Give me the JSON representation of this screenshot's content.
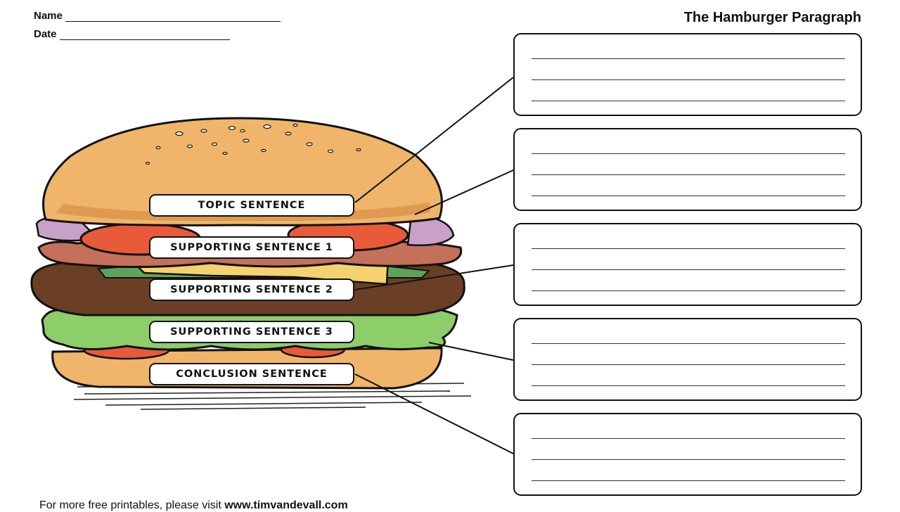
{
  "header": {
    "name_label": "Name",
    "date_label": "Date",
    "title": "The Hamburger Paragraph"
  },
  "labels": [
    "TOPIC SENTENCE",
    "SUPPORTING SENTENCE 1",
    "SUPPORTING SENTENCE 2",
    "SUPPORTING SENTENCE 3",
    "CONCLUSION SENTENCE"
  ],
  "footer": {
    "text": "For more free printables, please visit ",
    "site": "www.timvandevall.com"
  },
  "colors": {
    "bun": "#f0b56a",
    "bun_shadow": "#d8944a",
    "tomato": "#e85a3a",
    "onion": "#c9a0c8",
    "bacon": "#c4705a",
    "patty": "#6a3f26",
    "cheese": "#f5d270",
    "lettuce": "#8dcd6a",
    "outline": "#111111"
  }
}
